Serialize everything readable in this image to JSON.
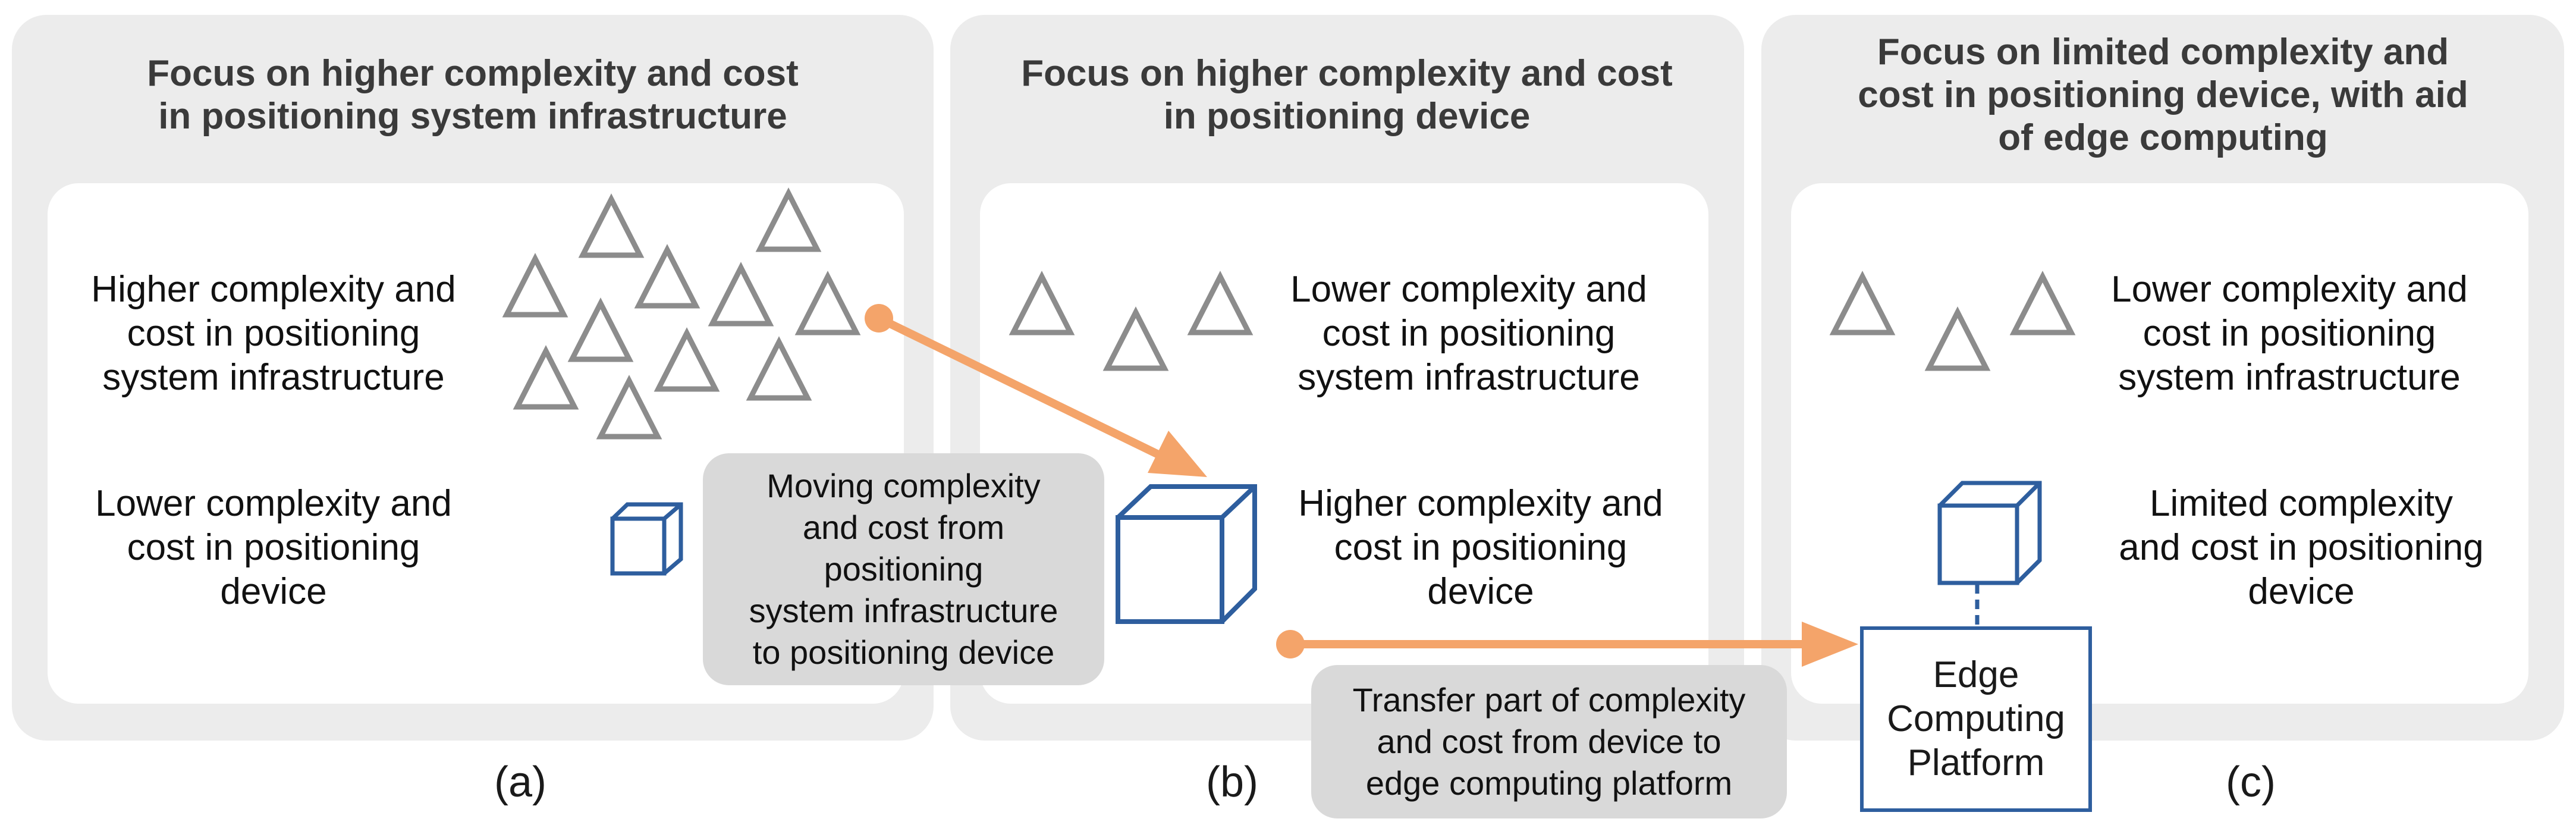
{
  "panels": {
    "a": {
      "title": "Focus on higher complexity and cost\nin positioning system infrastructure",
      "infra_label": "Higher complexity and\ncost in positioning\nsystem infrastructure",
      "device_label": "Lower complexity and\ncost in positioning\ndevice",
      "caption": "(a)"
    },
    "b": {
      "title": "Focus on higher complexity and cost\nin positioning device",
      "infra_label": "Lower complexity and\ncost in positioning\nsystem infrastructure",
      "device_label": "Higher complexity and\ncost in positioning\ndevice",
      "caption": "(b)"
    },
    "c": {
      "title": "Focus on limited complexity and\ncost in positioning device, with aid\nof edge computing",
      "infra_label": "Lower complexity and\ncost in positioning\nsystem infrastructure",
      "device_label": "Limited complexity\nand cost in positioning\ndevice",
      "caption": "(c)",
      "edge_platform": "Edge\nComputing\nPlatform"
    }
  },
  "notes": {
    "moving": "Moving complexity\nand cost from\npositioning\nsystem infrastructure\nto positioning device",
    "transfer": "Transfer part of complexity\nand cost from device to\nedge computing platform"
  },
  "colors": {
    "panel_bg": "#ececec",
    "triangle": "#8c8c8c",
    "device_cube": "#2e5e9e",
    "arrow": "#f4a46a",
    "note_bg": "#d9d9d9"
  },
  "icons": [
    "triangle-anchor-icon",
    "cube-device-icon"
  ]
}
